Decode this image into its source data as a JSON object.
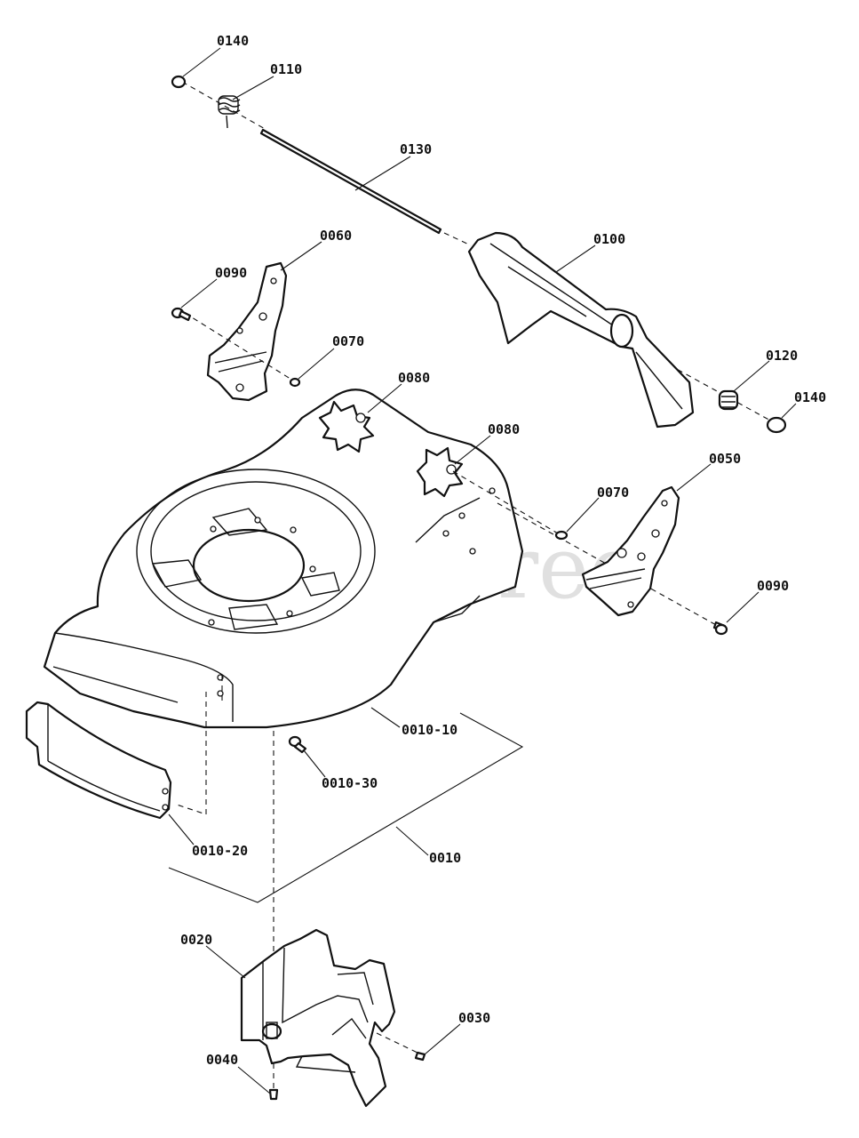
{
  "watermark": "PartsTree",
  "callouts": {
    "c0140_top": "0140",
    "c0110": "0110",
    "c0130": "0130",
    "c0060": "0060",
    "c0100": "0100",
    "c0090_left": "0090",
    "c0070_left": "0070",
    "c0080_left": "0080",
    "c0120": "0120",
    "c0140_right": "0140",
    "c0080_right": "0080",
    "c0050": "0050",
    "c0070_right": "0070",
    "c0090_right": "0090",
    "c0010_10": "0010-10",
    "c0010_30": "0010-30",
    "c0010_20": "0010-20",
    "c0010": "0010",
    "c0020": "0020",
    "c0030": "0030",
    "c0040": "0040"
  }
}
